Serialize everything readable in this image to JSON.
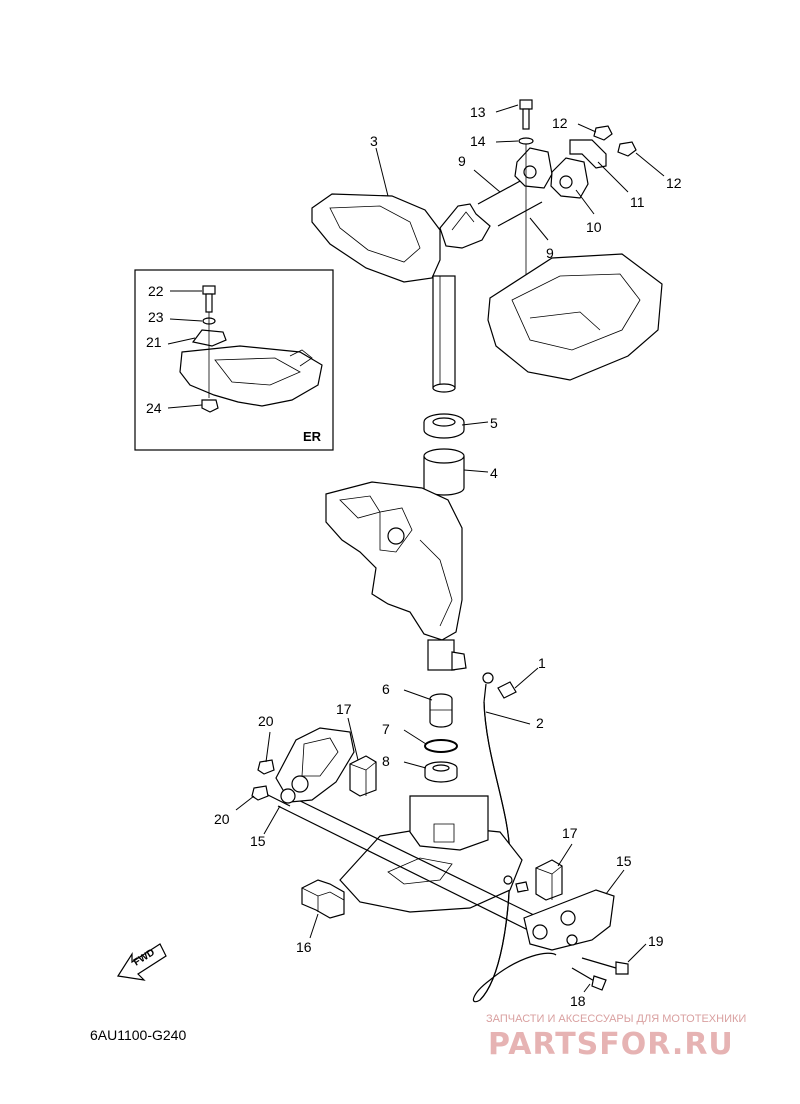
{
  "diagram_code": "6AU1100-G240",
  "inset_label": "ER",
  "fwd_label": "FWD",
  "watermark": {
    "tagline": "ЗАПЧАСТИ И АКСЕССУАРЫ ДЛЯ МОТОТЕХНИКИ",
    "brand": "PARTSFOR.RU"
  },
  "callouts": {
    "c1": "1",
    "c2": "2",
    "c3": "3",
    "c4": "4",
    "c5": "5",
    "c6": "6",
    "c7": "7",
    "c8": "8",
    "c9a": "9",
    "c9b": "9",
    "c10": "10",
    "c11": "11",
    "c12a": "12",
    "c12b": "12",
    "c13": "13",
    "c14": "14",
    "c15a": "15",
    "c15b": "15",
    "c16": "16",
    "c17a": "17",
    "c17b": "17",
    "c18": "18",
    "c19": "19",
    "c20a": "20",
    "c20b": "20",
    "c21": "21",
    "c22": "22",
    "c23": "23",
    "c24": "24"
  }
}
